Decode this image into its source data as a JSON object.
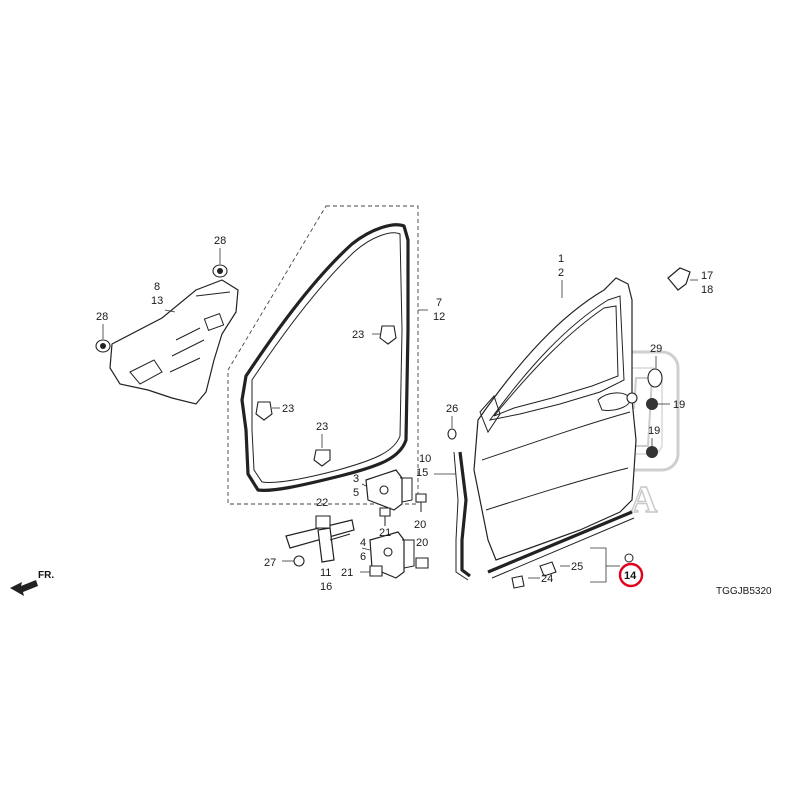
{
  "diagram": {
    "figure_code": "TGGJB5320",
    "direction_marker": "FR.",
    "watermark": "HONDA",
    "highlight_color": "#e0001b",
    "highlighted_callout": "14",
    "callouts": {
      "c28a": "28",
      "c8": "8",
      "c13": "13",
      "c28b": "28",
      "c7": "7",
      "c12": "12",
      "c23a": "23",
      "c23b": "23",
      "c23c": "23",
      "c1": "1",
      "c2": "2",
      "c17": "17",
      "c18": "18",
      "c29": "29",
      "c19a": "19",
      "c19b": "19",
      "c26": "26",
      "c10": "10",
      "c15": "15",
      "c3": "3",
      "c5": "5",
      "c22": "22",
      "c21a": "21",
      "c21b": "21",
      "c20a": "20",
      "c20b": "20",
      "c4": "4",
      "c6": "6",
      "c27": "27",
      "c11": "11",
      "c16": "16",
      "c25": "25",
      "c24": "24"
    }
  }
}
